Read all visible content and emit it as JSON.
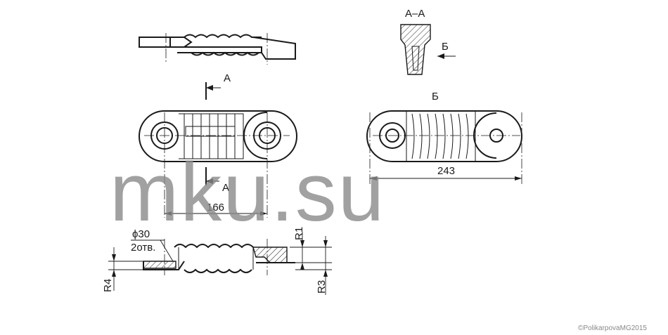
{
  "labels": {
    "section_title": "А–А",
    "view_b_title": "Б",
    "arrow_b": "Б",
    "section_mark_top": "А",
    "section_mark_bottom": "А",
    "dim_166": "166",
    "dim_243": "243",
    "diameter": "ϕ30",
    "holes": "2отв.",
    "r1": "R1",
    "r3": "R3",
    "r4": "R4"
  },
  "watermark": "mku.su",
  "copyright": "©PolikarpovaMG2015",
  "colors": {
    "line": "#1a1a1a",
    "watermark": "#8a8a8a"
  }
}
